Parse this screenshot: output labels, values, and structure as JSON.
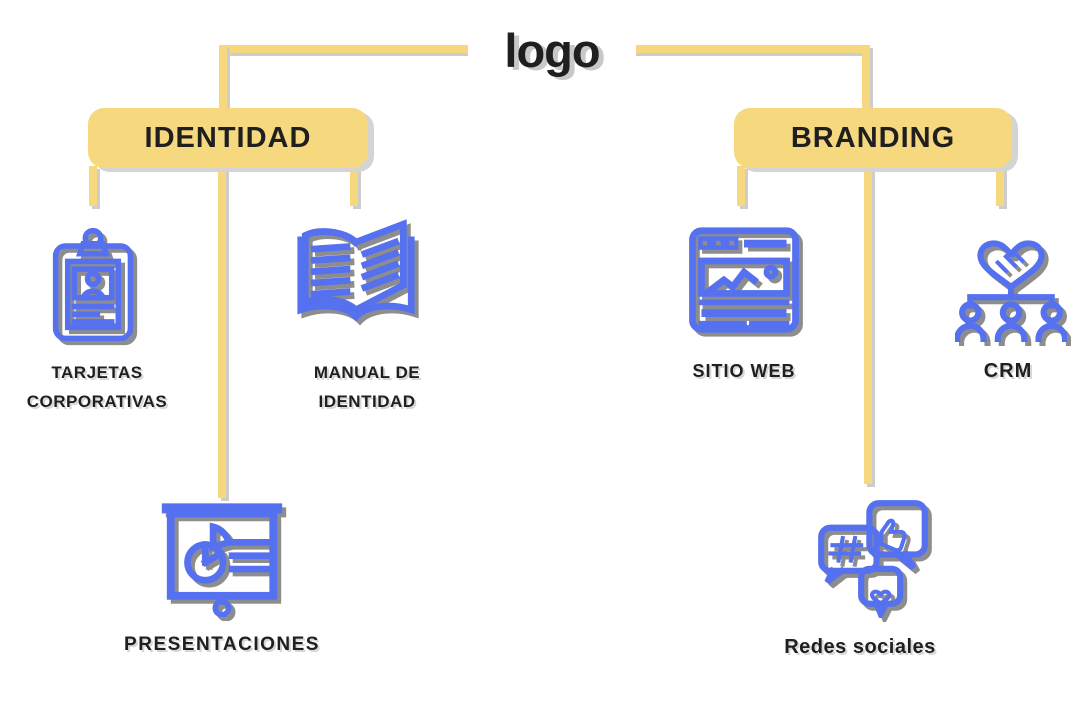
{
  "title": "logo",
  "colors": {
    "yellow": "#F6D87E",
    "blue": "#5571F0",
    "ink": "#1F1F1F",
    "line_shadow": "#CDCDCD",
    "node_shadow": "#D4D4D4",
    "icon_shadow": "#8D8D8D"
  },
  "branches": [
    {
      "label": "IDENTIDAD",
      "children": [
        {
          "icon": "id-badge-icon",
          "label_lines": [
            "TARJETAS",
            "CORPORATIVAS"
          ]
        },
        {
          "icon": "open-book-icon",
          "label_lines": [
            "MANUAL DE",
            "IDENTIDAD"
          ]
        },
        {
          "icon": "presentation-icon",
          "label_lines": [
            "PRESENTACIONES"
          ]
        }
      ]
    },
    {
      "label": "BRANDING",
      "children": [
        {
          "icon": "website-icon",
          "label_lines": [
            "SITIO WEB"
          ]
        },
        {
          "icon": "crm-icon",
          "label_lines": [
            "CRM"
          ]
        },
        {
          "icon": "social-media-icon",
          "label_lines": [
            "Redes sociales"
          ]
        }
      ]
    }
  ]
}
